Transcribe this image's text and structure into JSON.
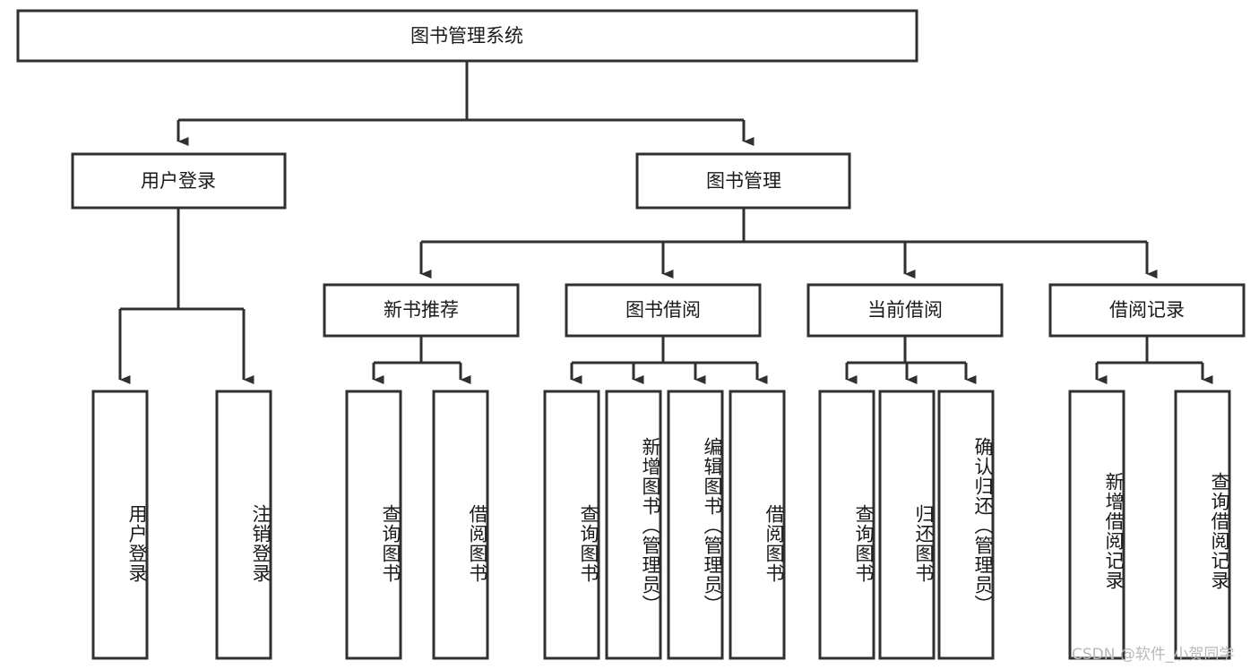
{
  "diagram": {
    "type": "tree-hierarchy-chart",
    "title": "图书管理系统",
    "orientation": "top-down",
    "colors": {
      "box_stroke": "#303030",
      "box_fill": "#ffffff",
      "text": "#1a1a1a",
      "background": "#ffffff",
      "watermark": "#b9b9b9"
    },
    "nodes": {
      "root": {
        "label": "图书管理系统"
      },
      "level1": [
        {
          "label": "用户登录"
        },
        {
          "label": "图书管理"
        }
      ],
      "level2": [
        {
          "label": "新书推荐"
        },
        {
          "label": "图书借阅"
        },
        {
          "label": "当前借阅"
        },
        {
          "label": "借阅记录"
        }
      ],
      "leaves_user_login": [
        {
          "label": "用户登录"
        },
        {
          "label": "注销登录"
        }
      ],
      "leaves_new_books": [
        {
          "label": "查询图书"
        },
        {
          "label": "借阅图书"
        }
      ],
      "leaves_borrow": [
        {
          "label": "查询图书"
        },
        {
          "label": "新增图书（管理员）"
        },
        {
          "label": "编辑图书（管理员）"
        },
        {
          "label": "借阅图书"
        }
      ],
      "leaves_current": [
        {
          "label": "查询图书"
        },
        {
          "label": "归还图书"
        },
        {
          "label": "确认归还（管理员）"
        }
      ],
      "leaves_records": [
        {
          "label": "新增借阅记录"
        },
        {
          "label": "查询借阅记录"
        }
      ]
    },
    "watermark": "CSDN @软件_小贺同学"
  }
}
